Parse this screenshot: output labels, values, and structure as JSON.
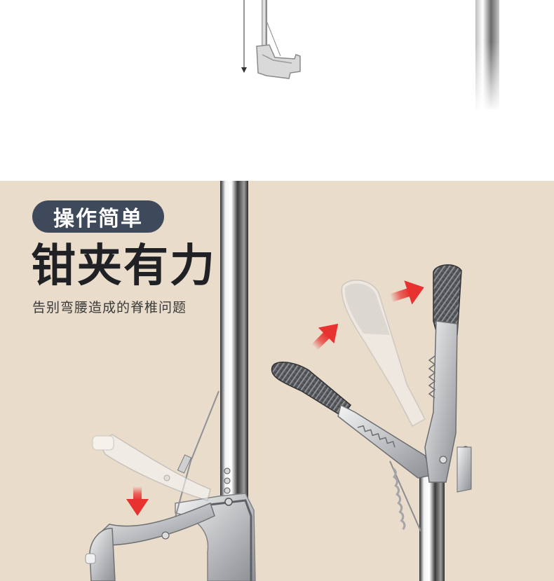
{
  "badge_text": "操作简单",
  "headline": "钳夹有力",
  "subline": "告别弯腰造成的脊椎问题",
  "colors": {
    "panel_bg": "#e9dccb",
    "badge_bg": "#3e4a5c",
    "arrow_red": "#e8322f",
    "steel_light": "#e6e6e6",
    "steel_dark": "#55575b"
  },
  "icons": [
    "arrow-down-icon",
    "arrow-up-right-icon",
    "arrow-right-icon"
  ]
}
